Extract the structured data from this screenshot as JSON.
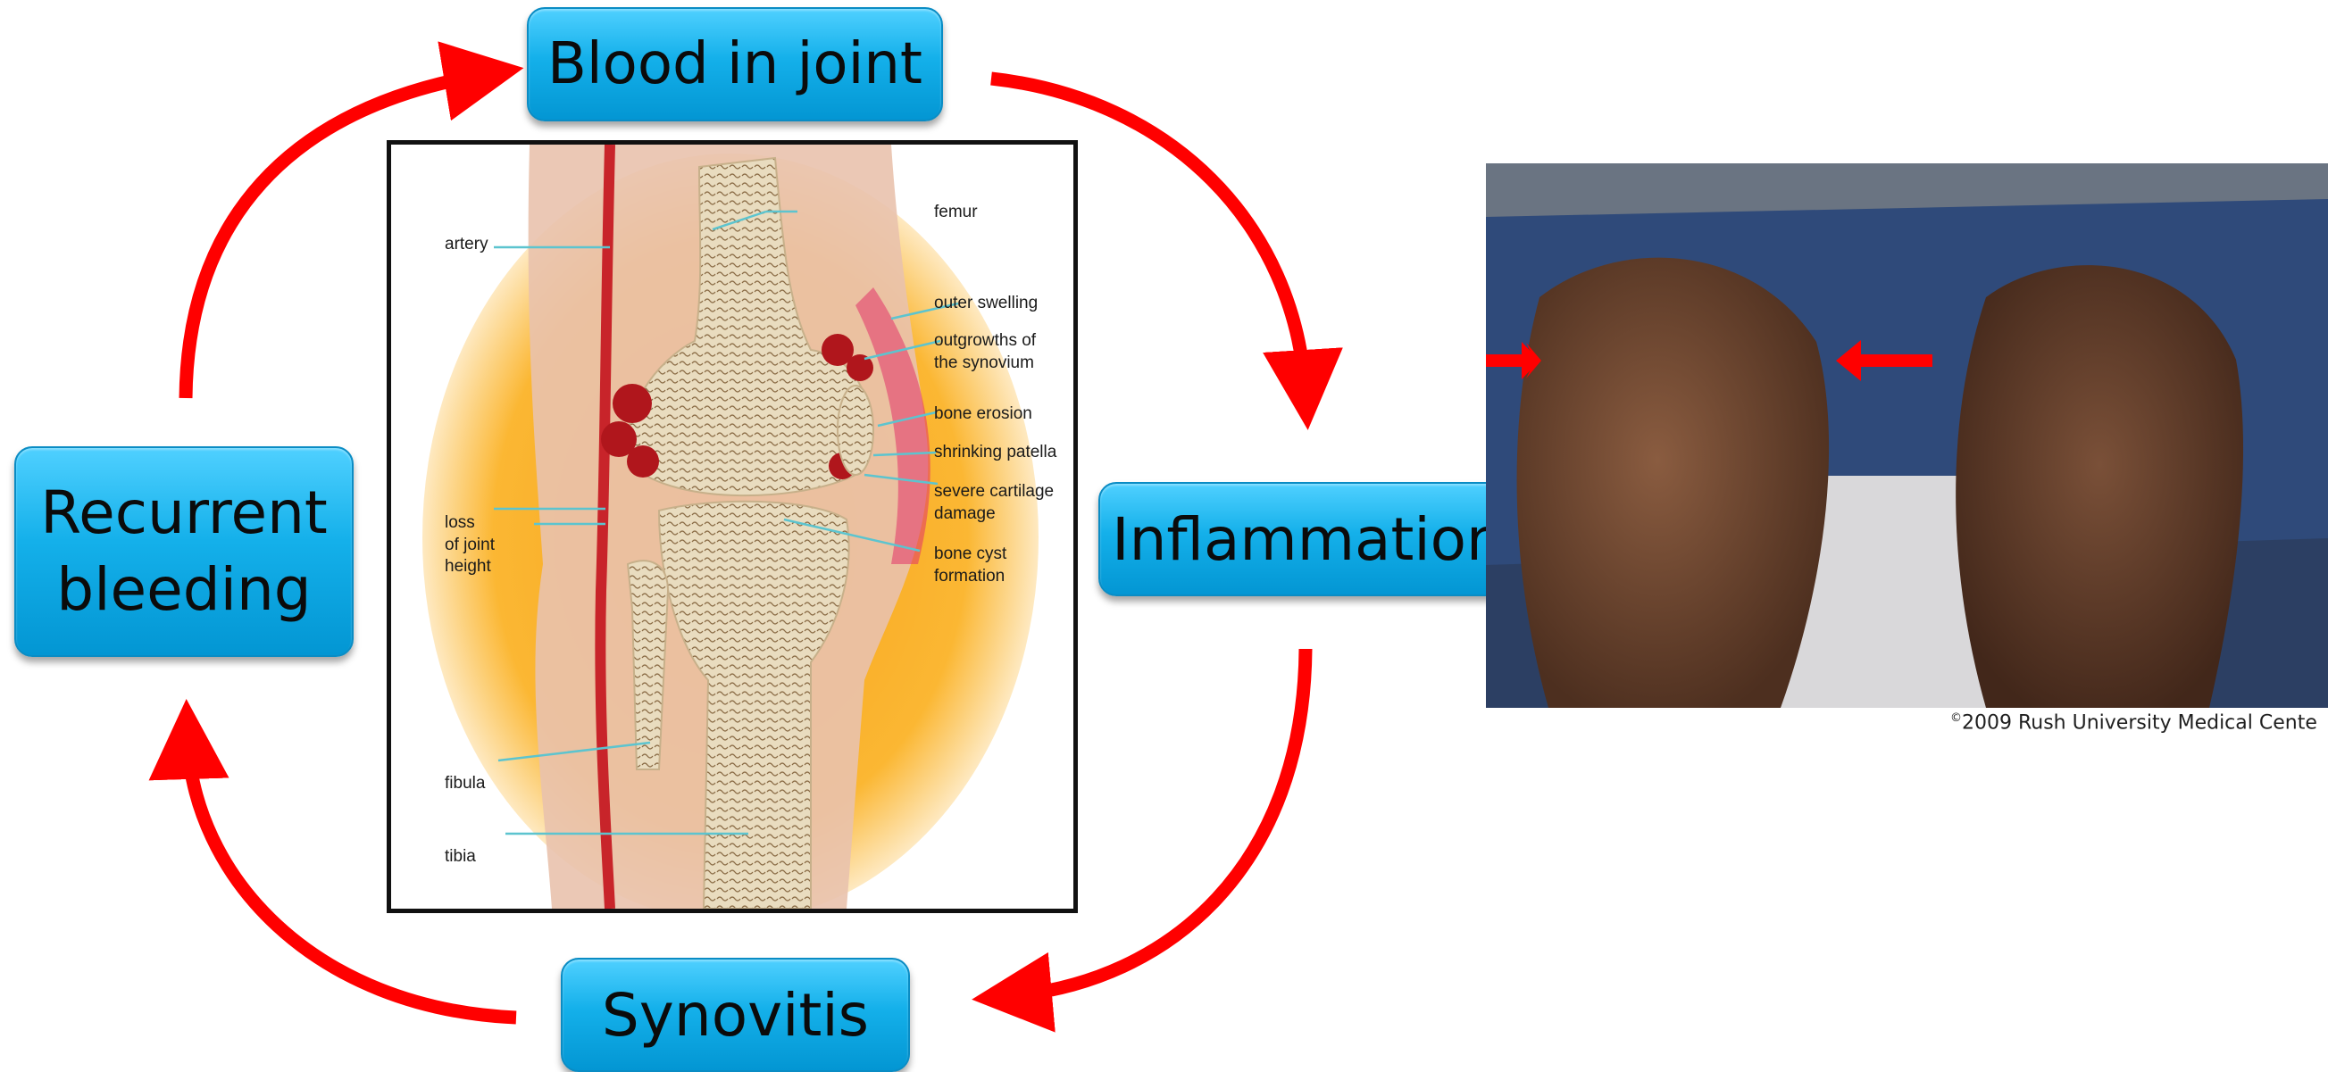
{
  "cycle": {
    "blood_in_joint": "Blood in joint",
    "inflammation": "Inflammation",
    "synovitis": "Synovitis",
    "recurrent_bleeding_line1": "Recurrent",
    "recurrent_bleeding_line2": "bleeding"
  },
  "knee_diagram": {
    "labels": {
      "artery": "artery",
      "femur": "femur",
      "outer_swelling": "outer swelling",
      "outgrowths_line1": "outgrowths of",
      "outgrowths_line2": "the synovium",
      "bone_erosion": "bone erosion",
      "shrinking_patella": "shrinking patella",
      "cartilage_line1": "severe cartilage",
      "cartilage_line2": "damage",
      "loss_line1": "loss",
      "loss_line2": "of joint",
      "loss_line3": "height",
      "cyst_line1": "bone cyst",
      "cyst_line2": "formation",
      "fibula": "fibula",
      "tibia": "tibia"
    }
  },
  "photo": {
    "credit_symbol": "©",
    "credit_text": "2009 Rush University Medical Cente"
  },
  "colors": {
    "box_fill": "#14b0ea",
    "arrow_red": "#ff0000",
    "label_line": "#5cc4cf"
  }
}
